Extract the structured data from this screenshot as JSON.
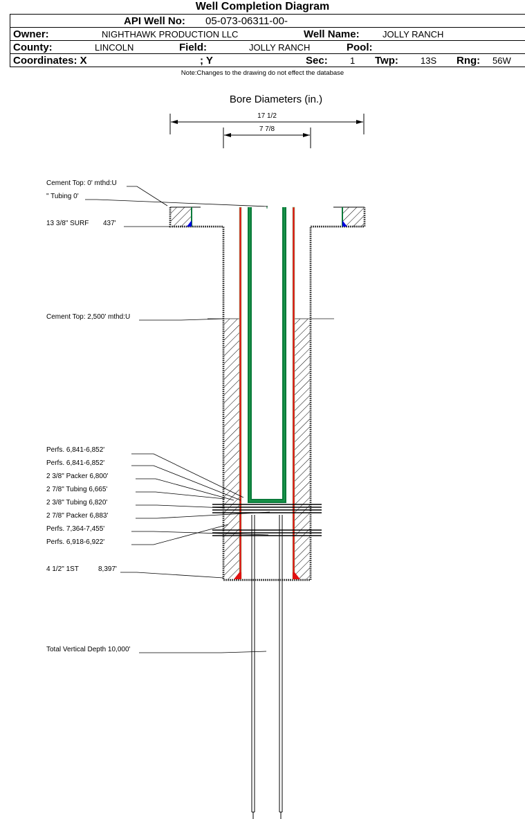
{
  "title": "Well Completion Diagram",
  "header": {
    "api_label": "API Well No:",
    "api_value": "05-073-06311-00-",
    "owner_label": "Owner:",
    "owner_value": "NIGHTHAWK PRODUCTION LLC",
    "well_name_label": "Well Name:",
    "well_name_value": "JOLLY RANCH",
    "county_label": "County:",
    "county_value": "LINCOLN",
    "field_label": "Field:",
    "field_value": "JOLLY RANCH",
    "pool_label": "Pool:",
    "pool_value": "",
    "coord_x_label": "Coordinates: X",
    "coord_y_label": "; Y",
    "sec_label": "Sec:",
    "sec_value": "1",
    "twp_label": "Twp:",
    "twp_value": "13S",
    "rng_label": "Rng:",
    "rng_value": "56W"
  },
  "note": "Note:Changes to the drawing do not effect the database",
  "bore": {
    "title": "Bore Diameters (in.)",
    "diameters": [
      "17 1/2",
      "7 7/8"
    ]
  },
  "callouts": {
    "cement_top_surface": "Cement Top: 0' mthd:U",
    "tubing_top": "\" Tubing 0'",
    "surface_casing": "13 3/8\" SURF",
    "surface_casing_depth": "437'",
    "cement_top_production": "Cement Top: 2,500' mthd:U",
    "perfs_1": "Perfs. 6,841-6,852'",
    "perfs_2": "Perfs. 6,841-6,852'",
    "packer_238": "2 3/8\" Packer 6,800'",
    "tubing_278": "2 7/8\" Tubing 6,665'",
    "tubing_238": "2 3/8\" Tubing 6,820'",
    "packer_278": "2 7/8\" Packer 6,883'",
    "perfs_3": "Perfs. 7,364-7,455'",
    "perfs_4": "Perfs. 6,918-6,922'",
    "production_casing": "4 1/2\" 1ST",
    "production_casing_depth": "8,397'",
    "tvd": "Total Vertical Depth 10,000'"
  },
  "colors": {
    "casing_red": "#e01010",
    "casing_brown": "#8b4513",
    "tubing_green": "#0a7a3a",
    "cement_blue": "#0000dd",
    "line": "#000000"
  }
}
